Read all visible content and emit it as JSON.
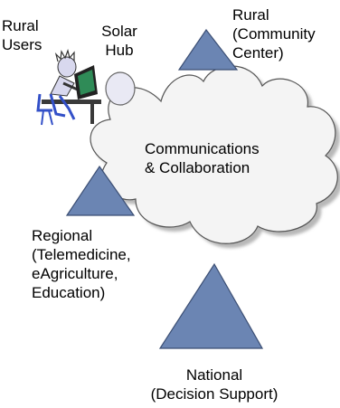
{
  "labels": {
    "rural_users": [
      "Rural",
      "Users"
    ],
    "solar_hub": [
      "Solar",
      "Hub"
    ],
    "rural_community": [
      "Rural",
      "(Community",
      "Center)"
    ],
    "cloud": [
      "Communications",
      "& Collaboration"
    ],
    "regional": [
      "Regional",
      "(Telemedicine,",
      "eAgriculture,",
      "Education)"
    ],
    "national": [
      "National",
      "(Decision Support)"
    ]
  },
  "colors": {
    "triangle_fill": "#6b85b3",
    "triangle_stroke": "#3b4e73",
    "cloud_fill": "#f4f4f4",
    "cloud_shadow": "#b8b8b8",
    "hub_fill": "#e9e9f4",
    "person_skin": "#d8d8ee",
    "person_accent": "#3350c8",
    "monitor": "#222222",
    "screen": "#2f8b57"
  }
}
